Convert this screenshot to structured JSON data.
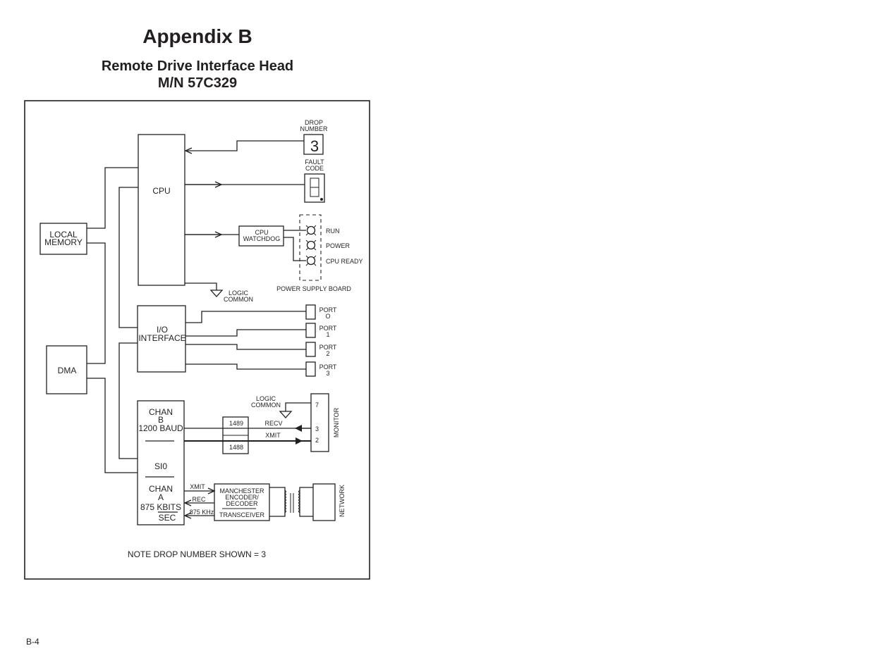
{
  "page": {
    "heading": "Appendix B",
    "subtitle_line1": "Remote Drive Interface Head",
    "subtitle_line2": "M/N 57C329",
    "page_number": "B-4"
  },
  "diagram": {
    "blocks": {
      "cpu": "CPU",
      "local_memory_1": "LOCAL",
      "local_memory_2": "MEMORY",
      "dma": "DMA",
      "io_1": "I/O",
      "io_2": "INTERFACE",
      "sio_chan_b_1": "CHAN",
      "sio_chan_b_2": "B",
      "sio_chan_b_3": "1200 BAUD",
      "sio_label": "SI0",
      "sio_chan_a_1": "CHAN",
      "sio_chan_a_2": "A",
      "sio_chan_a_3": "875 KBITS",
      "sio_chan_a_4": "SEC",
      "watchdog_1": "CPU",
      "watchdog_2": "WATCHDOG",
      "manchester_1": "MANCHESTER",
      "manchester_2": "ENCODER/",
      "manchester_3": "DECODER",
      "transceiver": "TRANSCEIVER",
      "chip_recv": "1489",
      "chip_xmit": "1488"
    },
    "drop_number": {
      "label_1": "DROP",
      "label_2": "NUMBER",
      "value": "3"
    },
    "fault_code": {
      "label_1": "FAULT",
      "label_2": "CODE"
    },
    "leds": [
      {
        "label": "RUN"
      },
      {
        "label": "POWER"
      },
      {
        "label": "CPU READY"
      }
    ],
    "power_supply_board": "POWER SUPPLY BOARD",
    "logic_common_1": "LOGIC",
    "logic_common_2": "COMMON",
    "ports": [
      {
        "label": "PORT",
        "num": "O"
      },
      {
        "label": "PORT",
        "num": "1"
      },
      {
        "label": "PORT",
        "num": "2"
      },
      {
        "label": "PORT",
        "num": "3"
      }
    ],
    "monitor": {
      "label": "MONITOR",
      "pins": [
        "7",
        "3",
        "2"
      ]
    },
    "signals": {
      "recv": "RECV",
      "xmit": "XMIT",
      "a_xmit": "XMIT",
      "a_rec": "REC",
      "a_clock": "875 KHz"
    },
    "network": "NETWORK",
    "note": "NOTE DROP NUMBER SHOWN = 3"
  }
}
